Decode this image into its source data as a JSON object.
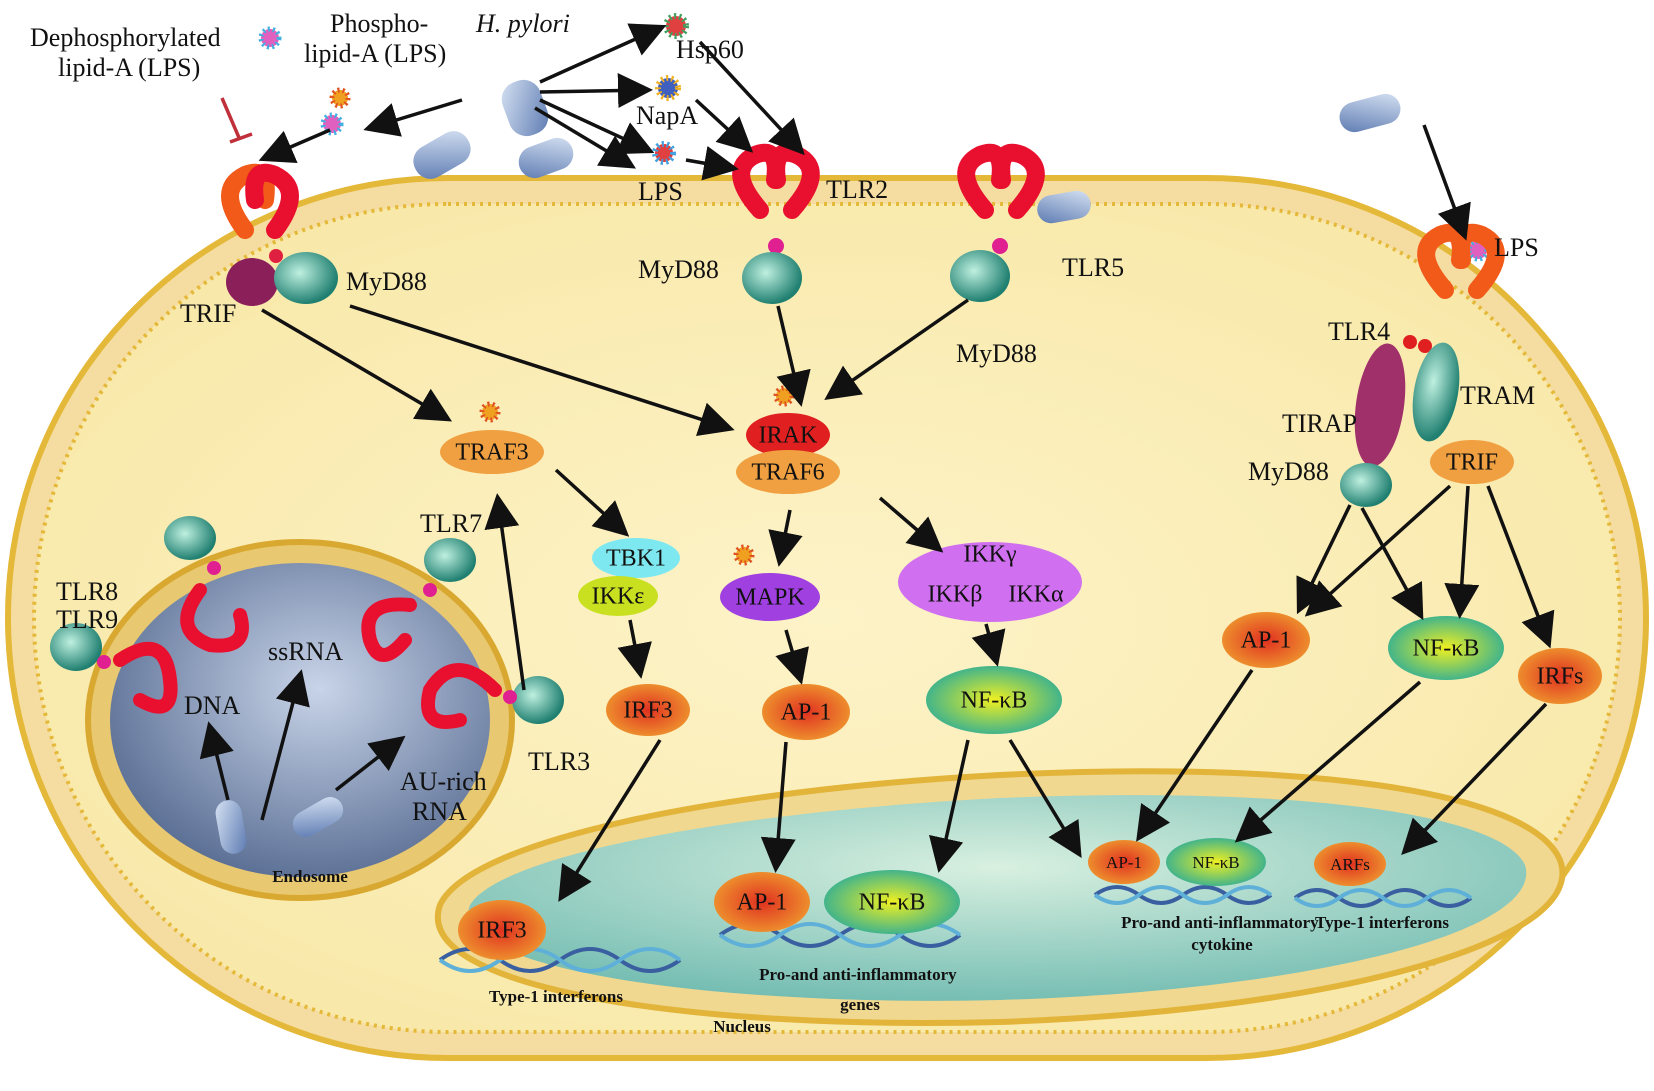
{
  "labels": {
    "h_pylori": "H. pylori",
    "dephos_lipid": "Dephosphorylated\nlipid-A (LPS)",
    "phospho_lipid": "Phospho-\nlipid-A (LPS)",
    "hsp60": "Hsp60",
    "napa": "NapA",
    "lps_top": "LPS",
    "tlr2": "TLR2",
    "myd88_left": "MyD88",
    "trif_left": "TRIF",
    "myd88_tlr2": "MyD88",
    "tlr5": "TLR5",
    "myd88_tlr5": "MyD88",
    "lps_right": "LPS",
    "tlr4": "TLR4",
    "tram": "TRAM",
    "tirap": "TIRAP",
    "myd88_right": "MyD88",
    "trif_right": "TRIF",
    "irak": "IRAK",
    "traf6": "TRAF6",
    "traf3": "TRAF3",
    "tbk1": "TBK1",
    "ikke": "IKKε",
    "irf3_cyto": "IRF3",
    "mapk": "MAPK",
    "ap1_cyto": "AP-1",
    "ikkg": "IKKγ",
    "ikkb": "IKKβ",
    "ikka": "IKKα",
    "nfkb_cyto": "NF-κB",
    "ap1_right": "AP-1",
    "nfkb_right": "NF-κB",
    "irfs_right": "IRFs",
    "tlr8": "TLR8",
    "tlr9": "TLR9",
    "tlr7": "TLR7",
    "tlr3": "TLR3",
    "dna": "DNA",
    "ssrna": "ssRNA",
    "au_rich": "AU-rich\nRNA",
    "endosome": "Endosome",
    "irf3_nuc": "IRF3",
    "ap1_nuc": "AP-1",
    "nfkb_nuc": "NF-κB",
    "ap1_nuc_r": "AP-1",
    "nfkb_nuc_r": "NF-κB",
    "arfs_nuc": "ARFs",
    "type1_ifn_left": "Type-1 interferons",
    "pro_anti_genes": "Pro-and anti-inflammatory\ngenes",
    "pro_anti_cytokine": "Pro-and anti-inflammatory\ncytokine",
    "type1_ifn_right": "Type-1 interferons",
    "nucleus": "Nucleus"
  },
  "colors": {
    "cytoplasm": "#fbeeb8",
    "membrane_head": "#e8b830",
    "nucleus_fill": "#9ed0c0",
    "endosome_fill": "#6b7fa3",
    "receptor_red": "#e8102e",
    "receptor_orange": "#f25a1a",
    "adapter_teal": "#2f9e8c",
    "trif_purple": "#8a1f5a",
    "traf_orange": "#f0a040",
    "irak_red": "#e02020",
    "tbk1_cyan": "#7ee8f0",
    "ikke_lime": "#c8e020",
    "mapk_purple": "#a040e0",
    "ikk_violet": "#d070f0",
    "nfkb_green": "#40c060",
    "ap1_red": "#e05020",
    "bacteria_blue": "#8aa8d8"
  }
}
